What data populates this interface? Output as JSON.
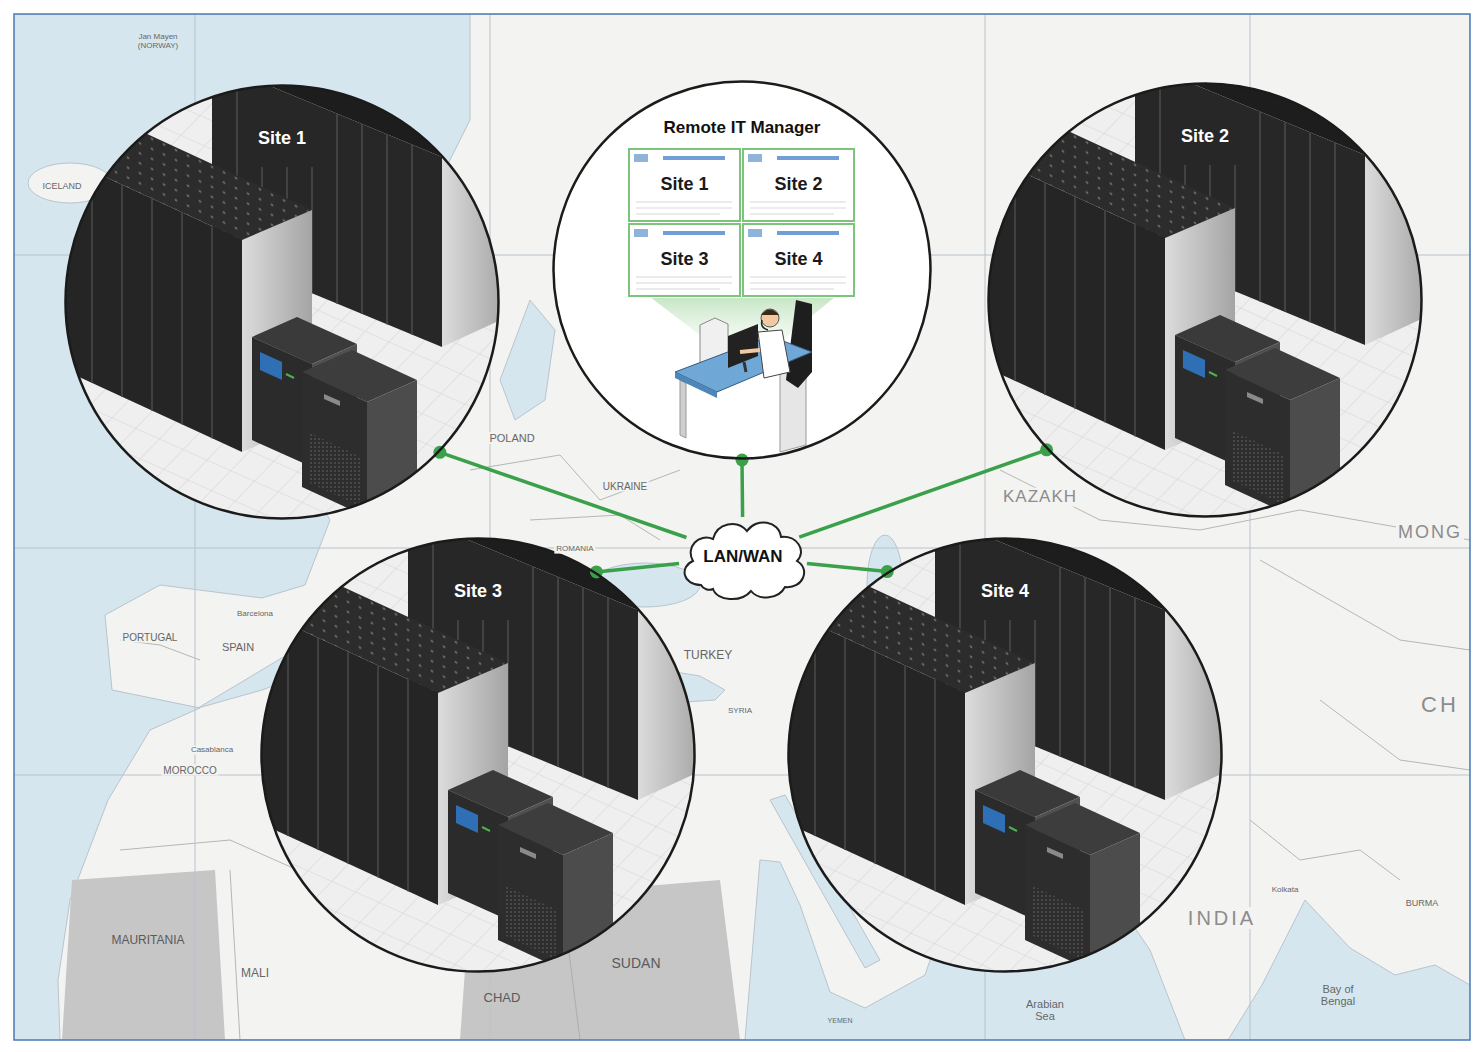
{
  "diagram": {
    "nodes": [
      {
        "text": [
          "Site 1"
        ]
      },
      {
        "text": [
          "Remote IT Manager"
        ]
      },
      {
        "text": [
          "Site 1"
        ],
        "in": 1
      },
      {
        "text": [
          "Site 2"
        ],
        "in": 1
      },
      {
        "text": [
          "Site 3"
        ],
        "in": 1
      },
      {
        "text": [
          "Site 4"
        ],
        "in": 1
      },
      {
        "text": [
          "Site 2"
        ]
      },
      {
        "text": [
          "LAN/WAN"
        ]
      },
      {
        "text": [
          "Site 3"
        ]
      },
      {
        "text": [
          "Site 4"
        ]
      }
    ],
    "edges": [
      {
        "from": 7,
        "to": 0,
        "arrow": "none"
      },
      {
        "from": 7,
        "to": 1,
        "arrow": "none"
      },
      {
        "from": 7,
        "to": 6,
        "arrow": "none"
      },
      {
        "from": 7,
        "to": 8,
        "arrow": "none"
      },
      {
        "from": 7,
        "to": 9,
        "arrow": "none"
      }
    ],
    "labels": [
      "Jan Mayen (NORWAY)",
      "ICELAND",
      "POLAND",
      "UKRAINE",
      "ROMANIA",
      "KAZAKH",
      "MONG",
      "PORTUGAL",
      "SPAIN",
      "Barcelona",
      "Casablanca",
      "MOROCCO",
      "TURKEY",
      "SYRIA",
      "MAURITANIA",
      "MALI",
      "CHAD",
      "SUDAN",
      "YEMEN",
      "INDIA",
      "Arabian Sea",
      "Kolkata",
      "Bay of Bengal",
      "BURMA",
      "CH"
    ]
  }
}
